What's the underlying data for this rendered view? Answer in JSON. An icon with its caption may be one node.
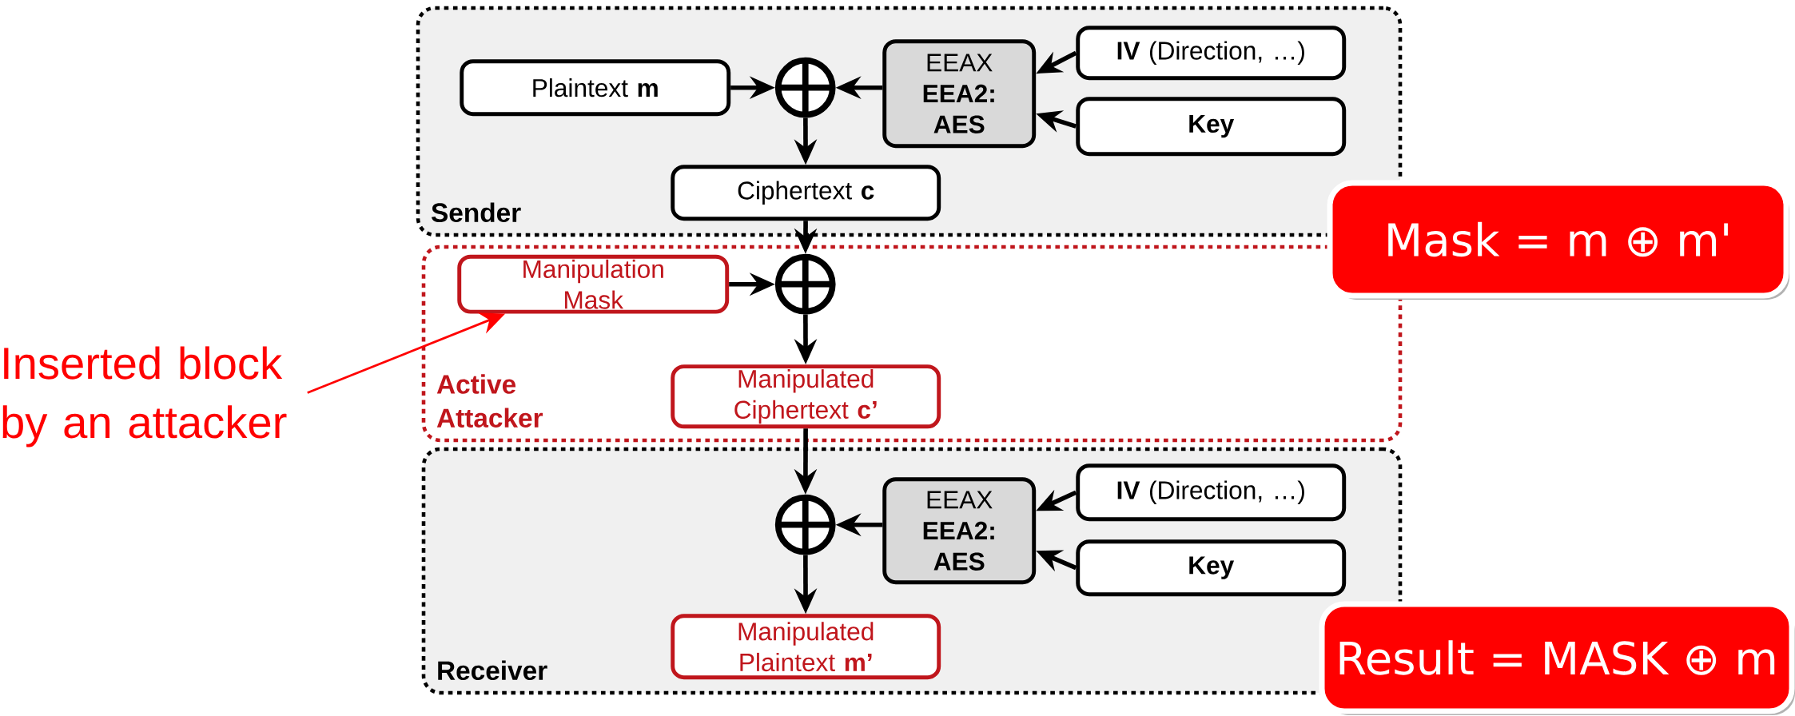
{
  "diagram": {
    "nodes": [
      {
        "text": [
          "Sender"
        ]
      },
      {
        "text": [
          "Plaintext **m**"
        ],
        "in": 0
      },
      {
        "text": [],
        "shape": "circle",
        "in": 0
      },
      {
        "text": [
          "EEAX",
          "EEA2: AES"
        ],
        "in": 0
      },
      {
        "text": [
          "**IV** (Direction, …)"
        ],
        "in": 0
      },
      {
        "text": [
          "Key"
        ],
        "in": 0
      },
      {
        "text": [
          "Ciphertext **c**"
        ],
        "in": 0
      },
      {
        "text": [
          "Active Attacker"
        ]
      },
      {
        "text": [
          "Manipulation Mask"
        ],
        "in": 7
      },
      {
        "text": [],
        "shape": "circle",
        "in": 7
      },
      {
        "text": [
          "Manipulated Ciphertext **c’**"
        ],
        "in": 7
      },
      {
        "text": [
          "Receiver"
        ]
      },
      {
        "text": [],
        "shape": "circle",
        "in": 11
      },
      {
        "text": [
          "EEAX",
          "EEA2: AES"
        ],
        "in": 11
      },
      {
        "text": [
          "**IV** (Direction, …)"
        ],
        "in": 11
      },
      {
        "text": [
          "Key"
        ],
        "in": 11
      },
      {
        "text": [
          "Manipulated Plaintext **m’**"
        ],
        "in": 11
      },
      {
        "text": [
          "Mask = m ⊕ m'"
        ]
      },
      {
        "text": [
          "Result = MASK ⊕ m"
        ]
      },
      {
        "text": [
          "Inserted block by an attacker"
        ]
      }
    ],
    "edges": [
      {
        "from": 1,
        "to": 2,
        "arrow": "to"
      },
      {
        "from": 3,
        "to": 2,
        "arrow": "to"
      },
      {
        "from": 4,
        "to": 3,
        "arrow": "to"
      },
      {
        "from": 5,
        "to": 3,
        "arrow": "to"
      },
      {
        "from": 2,
        "to": 6,
        "arrow": "to"
      },
      {
        "from": 6,
        "to": 9,
        "arrow": "to"
      },
      {
        "from": 8,
        "to": 9,
        "arrow": "to"
      },
      {
        "from": 9,
        "to": 10,
        "arrow": "to"
      },
      {
        "from": 10,
        "to": 12,
        "arrow": "to"
      },
      {
        "from": 13,
        "to": 12,
        "arrow": "to"
      },
      {
        "from": 14,
        "to": 13,
        "arrow": "to"
      },
      {
        "from": 15,
        "to": 13,
        "arrow": "to"
      },
      {
        "from": 12,
        "to": 16,
        "arrow": "to"
      },
      {
        "from": 19,
        "to": 8,
        "arrow": "to",
        "color": "#ff0000"
      }
    ]
  }
}
